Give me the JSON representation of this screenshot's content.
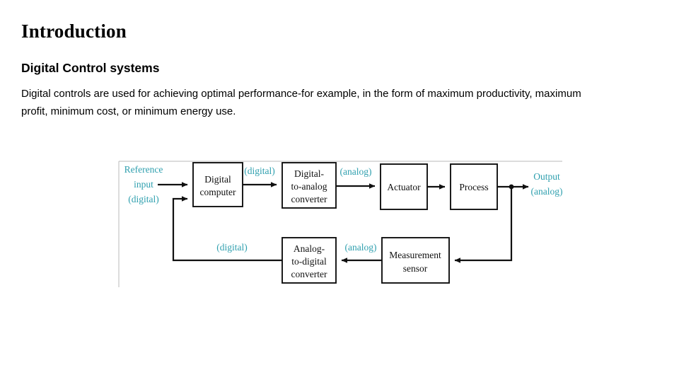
{
  "slide": {
    "title": "Introduction",
    "subheading": "Digital Control systems",
    "body": "Digital controls are used for achieving optimal performance-for example, in the form of maximum productivity, maximum profit, minimum cost, or minimum energy use."
  },
  "theme": {
    "label_color": "#2e9fae",
    "text_color": "#000000",
    "line_color": "#101010",
    "frame_color": "#b8b8b8",
    "background": "#ffffff"
  },
  "diagram": {
    "name": "digital-control-system-block-diagram",
    "blocks": {
      "digital_computer_line1": "Digital",
      "digital_computer_line2": "computer",
      "dac_line1": "Digital-",
      "dac_line2": "to-analog",
      "dac_line3": "converter",
      "actuator": "Actuator",
      "process": "Process",
      "adc_line1": "Analog-",
      "adc_line2": "to-digital",
      "adc_line3": "converter",
      "sensor_line1": "Measurement",
      "sensor_line2": "sensor"
    },
    "labels": {
      "reference_line1": "Reference",
      "reference_line2": "input",
      "reference_line3": "(digital)",
      "signal_digital_1": "(digital)",
      "signal_analog_1": "(analog)",
      "output_line1": "Output",
      "output_line2": "(analog)",
      "feedback_digital": "(digital)",
      "feedback_analog": "(analog)"
    }
  }
}
